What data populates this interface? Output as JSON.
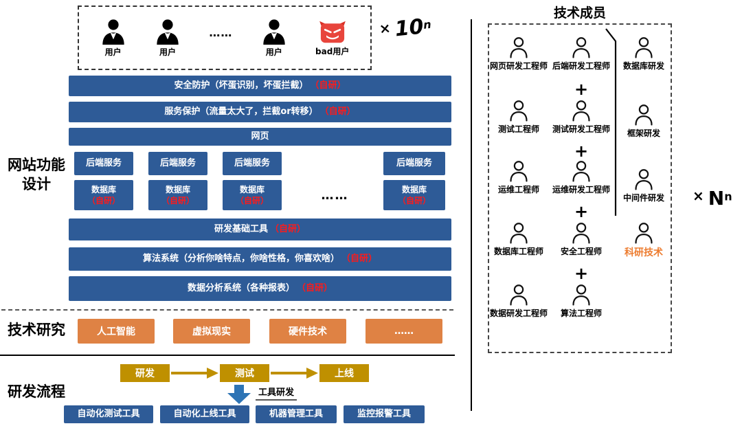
{
  "left_labels": {
    "function_design": "网站功能设计",
    "tech_research": "技术研究",
    "dev_process": "研发流程"
  },
  "users_box": {
    "user1": "用户",
    "user2": "用户",
    "dots": "……",
    "user3": "用户",
    "bad_user": "bad用户",
    "multiplier": {
      "times": "×",
      "base": "10",
      "exp": "n"
    }
  },
  "function_design": {
    "security": {
      "text": "安全防护（坏蛋识别，坏蛋拦截）",
      "note": "（自研）"
    },
    "service_protect": {
      "text": "服务保护（流量太大了，拦截or转移）",
      "note": "（自研）"
    },
    "web": "网页",
    "backend_services": [
      "后端服务",
      "后端服务",
      "后端服务",
      "后端服务"
    ],
    "databases": [
      {
        "label": "数据库",
        "note": "（自研）"
      },
      {
        "label": "数据库",
        "note": "（自研）"
      },
      {
        "label": "数据库",
        "note": "（自研）"
      },
      {
        "label": "数据库",
        "note": "（自研）"
      }
    ],
    "db_dots": "……",
    "dev_tools": {
      "text": "研发基础工具",
      "note": "（自研）"
    },
    "algorithm": {
      "text": "算法系统（分析你啥特点，你啥性格，你喜欢啥）",
      "note": "（自研）"
    },
    "data_analysis": {
      "text": "数据分析系统（各种报表）",
      "note": "（自研）"
    }
  },
  "tech_research": {
    "items": [
      "人工智能",
      "虚拟现实",
      "硬件技术",
      "……"
    ]
  },
  "dev_process": {
    "steps": [
      "研发",
      "测试",
      "上线"
    ],
    "arrow_label": "工具研发",
    "tools": [
      "自动化测试工具",
      "自动化上线工具",
      "机器管理工具",
      "监控报警工具"
    ]
  },
  "members_panel": {
    "title": "技术成员",
    "plus": "+",
    "rows": [
      [
        "网页研发工程师",
        "后端研发工程师",
        "数据库研发"
      ],
      [
        "测试工程师",
        "测试研发工程师",
        "框架研发"
      ],
      [
        "运维工程师",
        "运维研发工程师",
        "中间件研发"
      ],
      [
        "数据库工程师",
        "安全工程师",
        "科研技术"
      ],
      [
        "数据研发工程师",
        "算法工程师"
      ]
    ],
    "multiplier": {
      "times": "×",
      "base": "N",
      "exp": "n"
    }
  }
}
